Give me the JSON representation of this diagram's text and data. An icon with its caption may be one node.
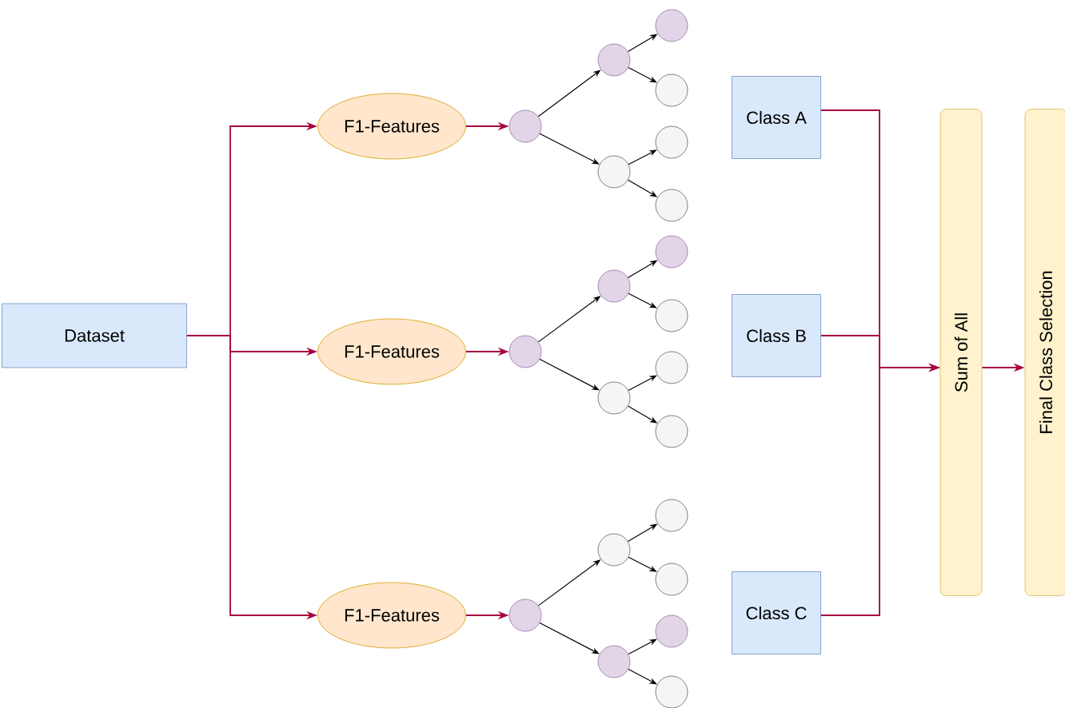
{
  "diagram": {
    "nodes": [
      {
        "text": [
          "Dataset"
        ]
      },
      {
        "text": [
          "F1-Features"
        ]
      },
      {
        "text": [
          "F1-Features"
        ]
      },
      {
        "text": [
          "F1-Features"
        ]
      },
      {
        "text": [],
        "shape": "circle"
      },
      {
        "text": [],
        "shape": "circle"
      },
      {
        "text": [],
        "shape": "circle"
      },
      {
        "text": [],
        "shape": "circle"
      },
      {
        "text": [],
        "shape": "circle"
      },
      {
        "text": [],
        "shape": "circle"
      },
      {
        "text": [],
        "shape": "circle"
      },
      {
        "text": [],
        "shape": "circle"
      },
      {
        "text": [],
        "shape": "circle"
      },
      {
        "text": [],
        "shape": "circle"
      },
      {
        "text": [],
        "shape": "circle"
      },
      {
        "text": [],
        "shape": "circle"
      },
      {
        "text": [],
        "shape": "circle"
      },
      {
        "text": [],
        "shape": "circle"
      },
      {
        "text": [],
        "shape": "circle"
      },
      {
        "text": [],
        "shape": "circle"
      },
      {
        "text": [],
        "shape": "circle"
      },
      {
        "text": [],
        "shape": "circle"
      },
      {
        "text": [],
        "shape": "circle"
      },
      {
        "text": [],
        "shape": "circle"
      },
      {
        "text": [],
        "shape": "circle"
      },
      {
        "text": [
          "Class A"
        ]
      },
      {
        "text": [
          "Class B"
        ]
      },
      {
        "text": [
          "Class C"
        ]
      },
      {
        "text": [
          "Sum of All"
        ]
      },
      {
        "text": [
          "Final Class Selection"
        ]
      }
    ],
    "edges": [
      {
        "from": 0,
        "to": 1,
        "arrow": "to",
        "color": "#a50040"
      },
      {
        "from": 0,
        "to": 2,
        "arrow": "to",
        "color": "#a50040"
      },
      {
        "from": 0,
        "to": 3,
        "arrow": "to",
        "color": "#a50040"
      },
      {
        "from": 1,
        "to": 4,
        "arrow": "to",
        "color": "#a50040"
      },
      {
        "from": 2,
        "to": 11,
        "arrow": "to",
        "color": "#a50040"
      },
      {
        "from": 3,
        "to": 18,
        "arrow": "to",
        "color": "#a50040"
      },
      {
        "from": 4,
        "to": 5,
        "arrow": "to"
      },
      {
        "from": 4,
        "to": 6,
        "arrow": "to"
      },
      {
        "from": 5,
        "to": 7,
        "arrow": "to"
      },
      {
        "from": 5,
        "to": 8,
        "arrow": "to"
      },
      {
        "from": 6,
        "to": 9,
        "arrow": "to"
      },
      {
        "from": 6,
        "to": 10,
        "arrow": "to"
      },
      {
        "from": 11,
        "to": 12,
        "arrow": "to"
      },
      {
        "from": 11,
        "to": 13,
        "arrow": "to"
      },
      {
        "from": 12,
        "to": 14,
        "arrow": "to"
      },
      {
        "from": 12,
        "to": 15,
        "arrow": "to"
      },
      {
        "from": 13,
        "to": 16,
        "arrow": "to"
      },
      {
        "from": 13,
        "to": 17,
        "arrow": "to"
      },
      {
        "from": 18,
        "to": 19,
        "arrow": "to"
      },
      {
        "from": 18,
        "to": 20,
        "arrow": "to"
      },
      {
        "from": 19,
        "to": 21,
        "arrow": "to"
      },
      {
        "from": 19,
        "to": 22,
        "arrow": "to"
      },
      {
        "from": 20,
        "to": 23,
        "arrow": "to"
      },
      {
        "from": 20,
        "to": 24,
        "arrow": "to"
      },
      {
        "from": 25,
        "to": 28,
        "arrow": "to",
        "color": "#a50040"
      },
      {
        "from": 26,
        "to": 28,
        "arrow": "to",
        "color": "#a50040"
      },
      {
        "from": 27,
        "to": 28,
        "arrow": "to",
        "color": "#a50040"
      },
      {
        "from": 28,
        "to": 29,
        "arrow": "to",
        "color": "#a50040"
      }
    ]
  }
}
